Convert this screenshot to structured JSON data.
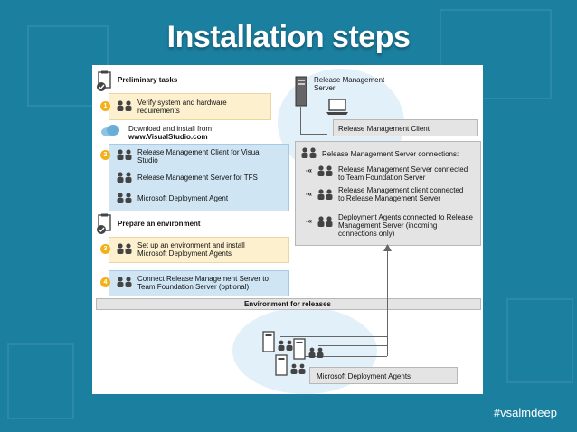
{
  "slide": {
    "title": "Installation steps",
    "hashtag": "#vsalmdeep"
  },
  "diagram": {
    "preliminary_title": "Preliminary tasks",
    "step1_label": "Verify system and hardware requirements",
    "download_title": "Download and install from",
    "download_site": "www.VisualStudio.com",
    "step2_client": "Release Management Client for Visual Studio",
    "step2_server": "Release Management Server for TFS",
    "step2_agent": "Microsoft Deployment Agent",
    "prepare_title": "Prepare an environment",
    "step3_label": "Set up an environment and install Microsoft Deployment Agents",
    "step4_label": "Connect Release Management Server to Team Foundation Server (optional)",
    "env_bar": "Environment for releases",
    "rm_server": "Release Management Server",
    "rm_client": "Release Management Client",
    "connections_title": "Release Management Server connections:",
    "conn1": "Release Management Server connected to Team Foundation Server",
    "conn2": "Release Management client connected to Release Management Server",
    "conn3": "Deployment Agents connected to Release Management Server (incoming connections only)",
    "agents_label": "Microsoft Deployment Agents",
    "numbers": [
      "1",
      "2",
      "3",
      "4"
    ]
  }
}
